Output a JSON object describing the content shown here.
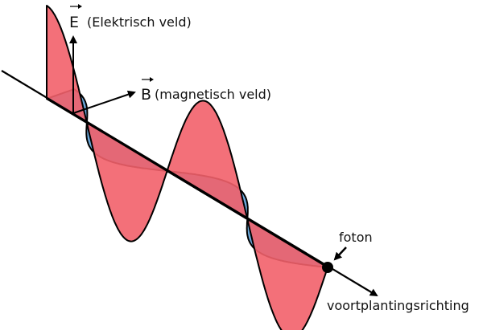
{
  "labels": {
    "e_letter": "E",
    "e_text": "(Elektrisch veld)",
    "b_letter": "B",
    "b_text": "(magnetisch veld)",
    "photon": "foton",
    "direction": "voortplantingsrichting"
  },
  "colors": {
    "electric_field": "#f2606a",
    "magnetic_field": "#5b9ed6",
    "axis": "#000000"
  }
}
